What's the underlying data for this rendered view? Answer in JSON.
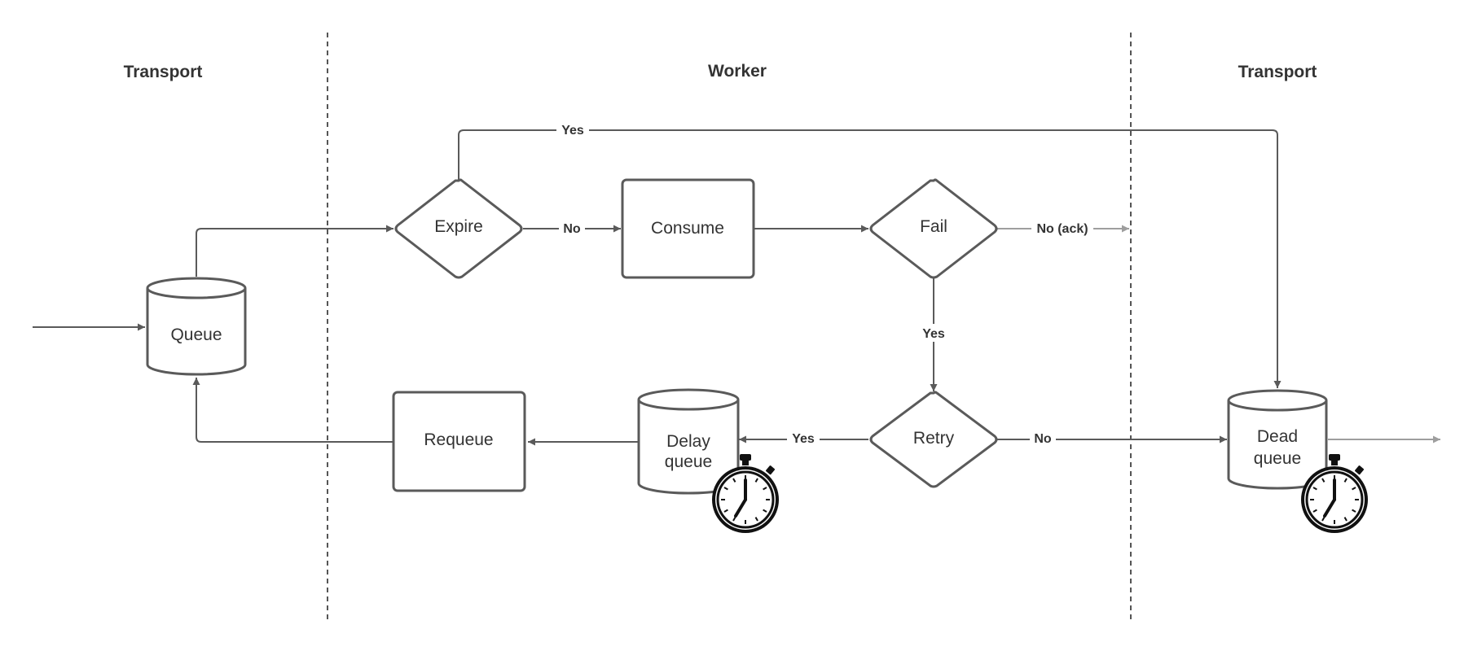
{
  "lanes": {
    "left": "Transport",
    "middle": "Worker",
    "right": "Transport"
  },
  "nodes": {
    "queue": "Queue",
    "expire": "Expire",
    "consume": "Consume",
    "fail": "Fail",
    "retry": "Retry",
    "requeue": "Requeue",
    "delay_queue": [
      "Delay",
      "queue"
    ],
    "dead_queue": [
      "Dead",
      "queue"
    ]
  },
  "edge_labels": {
    "expire_yes": "Yes",
    "expire_no": "No",
    "fail_no": "No (ack)",
    "fail_yes": "Yes",
    "retry_yes": "Yes",
    "retry_no": "No"
  },
  "icons": {
    "timer_delay": "stopwatch-icon",
    "timer_dead": "stopwatch-icon"
  },
  "colors": {
    "stroke": "#5a5a5a",
    "light_stroke": "#9e9e9e",
    "text": "#333333"
  }
}
